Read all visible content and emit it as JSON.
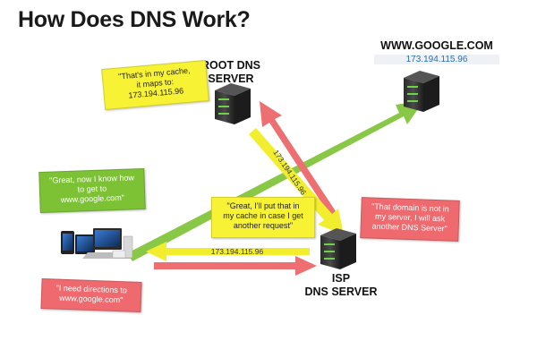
{
  "title": "How Does DNS Work?",
  "nodes": {
    "root": {
      "line1": "ROOT DNS",
      "line2": "SERVER"
    },
    "google": {
      "name": "WWW.GOOGLE.COM",
      "ip": "173.194.115.96"
    },
    "isp": {
      "line1": "ISP",
      "line2": "DNS SERVER"
    }
  },
  "bubbles": {
    "root_cache": [
      "\"That's in my cache,",
      "it maps to:",
      "173.194.115.96"
    ],
    "client_know": [
      "\"Great, now I know how",
      "to get to",
      "www.google.com\""
    ],
    "isp_cache": [
      "\"Great, I'll put that in",
      "my cache in case I get",
      "another request\""
    ],
    "isp_unknown": [
      "\"That domain is not in",
      "my server, I will ask",
      "another DNS Server\""
    ],
    "client_request": [
      "\"I need directions to",
      "www.google.com\""
    ]
  },
  "arrows": {
    "isp_to_client_ip": "173.194.115.96",
    "root_to_isp_ip": "173.194.115.96"
  },
  "colors": {
    "yellow": "#f7f233",
    "green": "#7cc234",
    "red": "#ee6a6f"
  },
  "icons": [
    "server-icon",
    "devices-icon"
  ]
}
